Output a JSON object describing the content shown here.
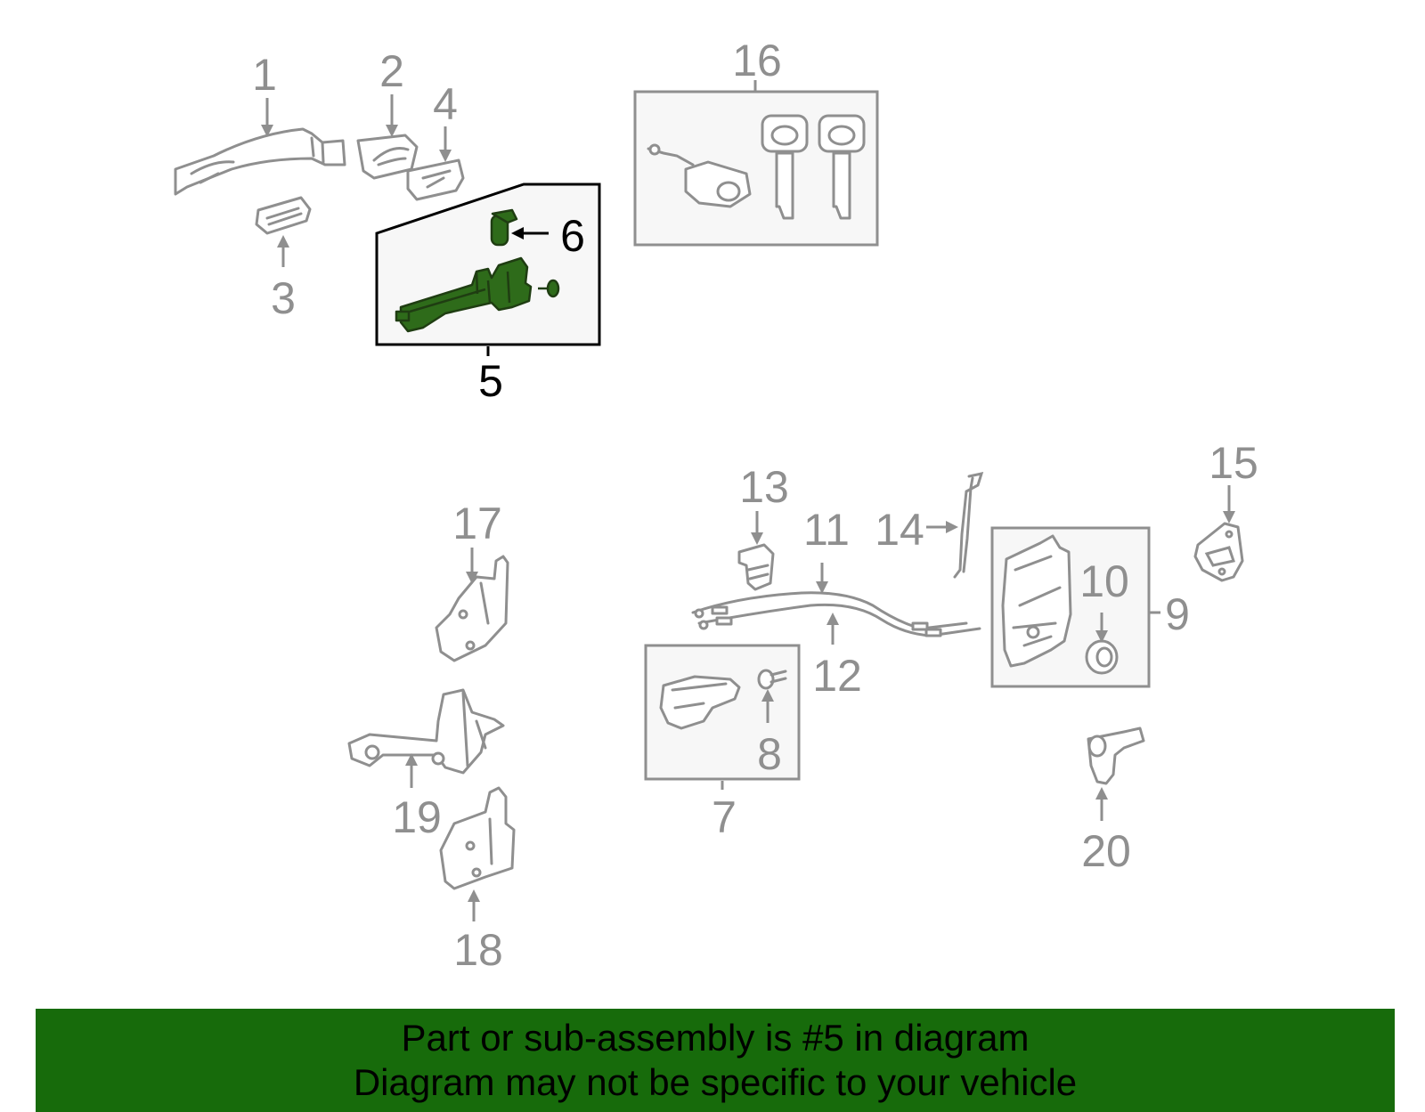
{
  "diagram": {
    "highlighted_part": "5",
    "callouts": [
      {
        "id": "1",
        "text": "1"
      },
      {
        "id": "2",
        "text": "2"
      },
      {
        "id": "3",
        "text": "3"
      },
      {
        "id": "4",
        "text": "4"
      },
      {
        "id": "5",
        "text": "5"
      },
      {
        "id": "6",
        "text": "6"
      },
      {
        "id": "7",
        "text": "7"
      },
      {
        "id": "8",
        "text": "8"
      },
      {
        "id": "9",
        "text": "9"
      },
      {
        "id": "10",
        "text": "10"
      },
      {
        "id": "11",
        "text": "11"
      },
      {
        "id": "12",
        "text": "12"
      },
      {
        "id": "13",
        "text": "13"
      },
      {
        "id": "14",
        "text": "14"
      },
      {
        "id": "15",
        "text": "15"
      },
      {
        "id": "16",
        "text": "16"
      },
      {
        "id": "17",
        "text": "17"
      },
      {
        "id": "18",
        "text": "18"
      },
      {
        "id": "19",
        "text": "19"
      },
      {
        "id": "20",
        "text": "20"
      }
    ]
  },
  "banner": {
    "line1": "Part or sub-assembly is #5 in diagram",
    "line2": "Diagram may not be specific to your vehicle"
  },
  "colors": {
    "part_gray": "#8f8f8f",
    "highlight_green": "#2e6b1a",
    "banner_green": "#176b0b",
    "highlight_text": "#000000"
  }
}
